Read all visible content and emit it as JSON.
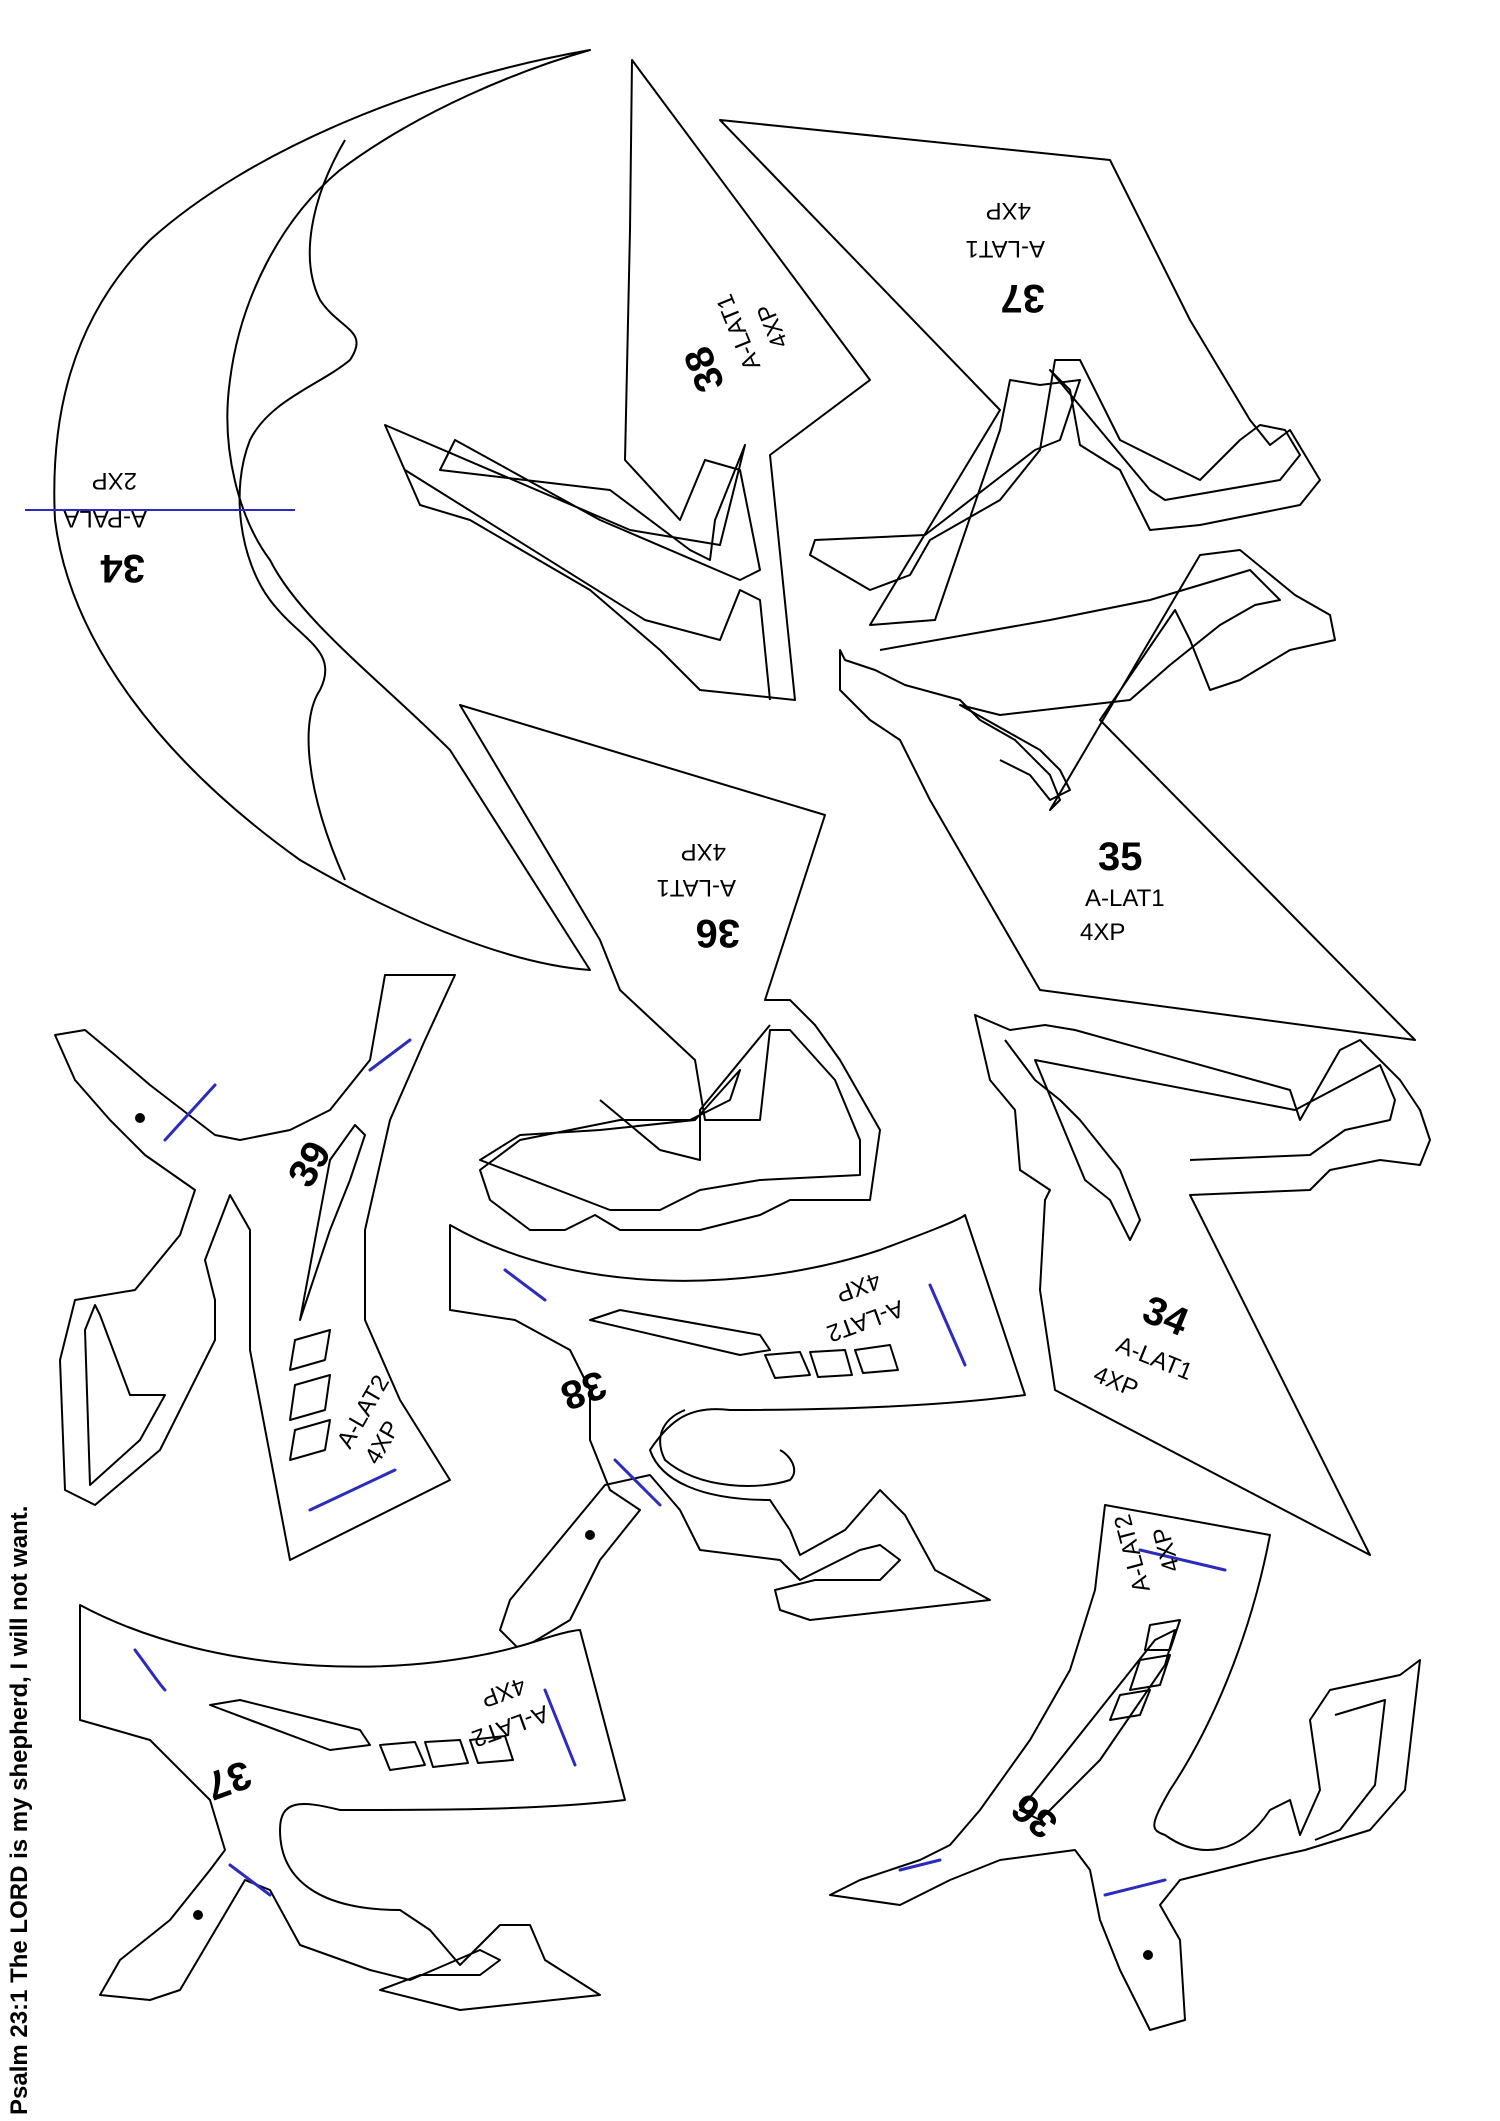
{
  "caption": "Psalm 23:1 The LORD is my shepherd, I will not want.",
  "colors": {
    "fold_line": "#2b2bbf",
    "outline": "#000000"
  },
  "parts": [
    {
      "id": "p34-pala",
      "number": "34",
      "code": "A-PALA",
      "qty": "2XP"
    },
    {
      "id": "p38-lat1",
      "number": "38",
      "code": "A-LAT1",
      "qty": "4XP"
    },
    {
      "id": "p37-lat1",
      "number": "37",
      "code": "A-LAT1",
      "qty": "4XP"
    },
    {
      "id": "p35-lat1",
      "number": "35",
      "code": "A-LAT1",
      "qty": "4XP"
    },
    {
      "id": "p36-lat1",
      "number": "36",
      "code": "A-LAT1",
      "qty": "4XP"
    },
    {
      "id": "p34-lat1",
      "number": "34",
      "code": "A-LAT1",
      "qty": "4XP"
    },
    {
      "id": "p39-lat2",
      "number": "39",
      "code": "A-LAT2",
      "qty": "4XP"
    },
    {
      "id": "p38-lat2",
      "number": "38",
      "code": "A-LAT2",
      "qty": "4XP"
    },
    {
      "id": "p37-lat2",
      "number": "37",
      "code": "A-LAT2",
      "qty": "4XP"
    },
    {
      "id": "p36-lat2",
      "number": "36",
      "code": "A-LAT2",
      "qty": "4XP"
    }
  ]
}
